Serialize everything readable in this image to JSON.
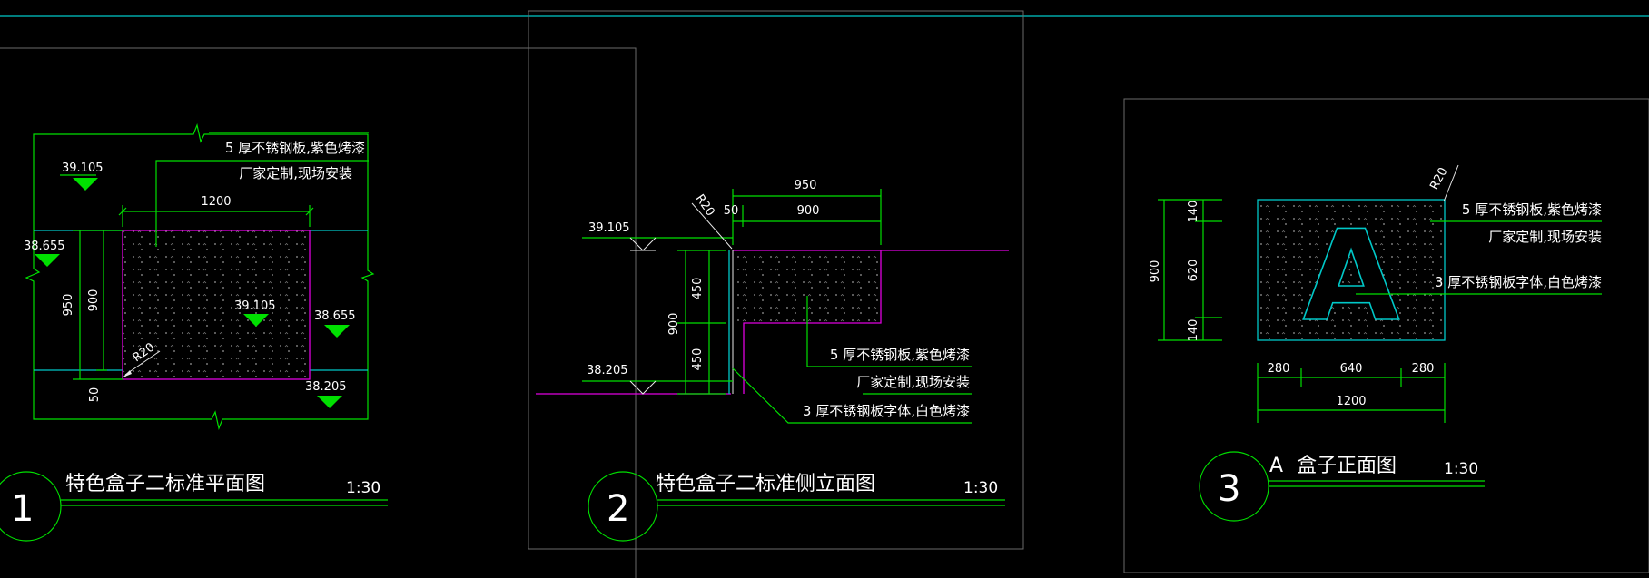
{
  "colors": {
    "background": "#000000",
    "dimension": "#00e000",
    "outline_cyan": "#00c8c8",
    "outline_magenta": "#e000e0",
    "text": "#ffffff",
    "frame": "#6a6a6a"
  },
  "view1": {
    "number": "1",
    "title": "特色盒子二标准平面图",
    "scale": "1:30",
    "dim_width": "1200",
    "dim_height_outer": "950",
    "dim_height_inner": "900",
    "dim_bottom": "50",
    "elev_top_left": "39.105",
    "elev_left": "38.655",
    "elev_center": "39.105",
    "elev_right": "38.655",
    "elev_bottom_right": "38.205",
    "radius": "R20",
    "note_line1": "5 厚不锈钢板,紫色烤漆",
    "note_line2": "厂家定制,现场安装"
  },
  "view2": {
    "number": "2",
    "title": "特色盒子二标准侧立面图",
    "scale": "1:30",
    "dim_top_total": "950",
    "dim_top_small": "50",
    "dim_top_main": "900",
    "dim_height_total": "900",
    "dim_upper": "450",
    "dim_lower": "450",
    "radius": "R20",
    "elev_top": "39.105",
    "elev_bottom": "38.205",
    "note1_line1": "5 厚不锈钢板,紫色烤漆",
    "note1_line2": "厂家定制,现场安装",
    "note2": "3 厚不锈钢板字体,白色烤漆"
  },
  "view3": {
    "number": "3",
    "title_letter": "A",
    "title": "盒子正面图",
    "scale": "1:30",
    "letter": "A",
    "dim_height_total": "900",
    "dim_top": "140",
    "dim_mid": "620",
    "dim_bot": "140",
    "dim_left": "280",
    "dim_center": "640",
    "dim_right": "280",
    "dim_width": "1200",
    "radius": "R20",
    "note1_line1": "5 厚不锈钢板,紫色烤漆",
    "note1_line2": "厂家定制,现场安装",
    "note2": "3 厚不锈钢板字体,白色烤漆"
  }
}
